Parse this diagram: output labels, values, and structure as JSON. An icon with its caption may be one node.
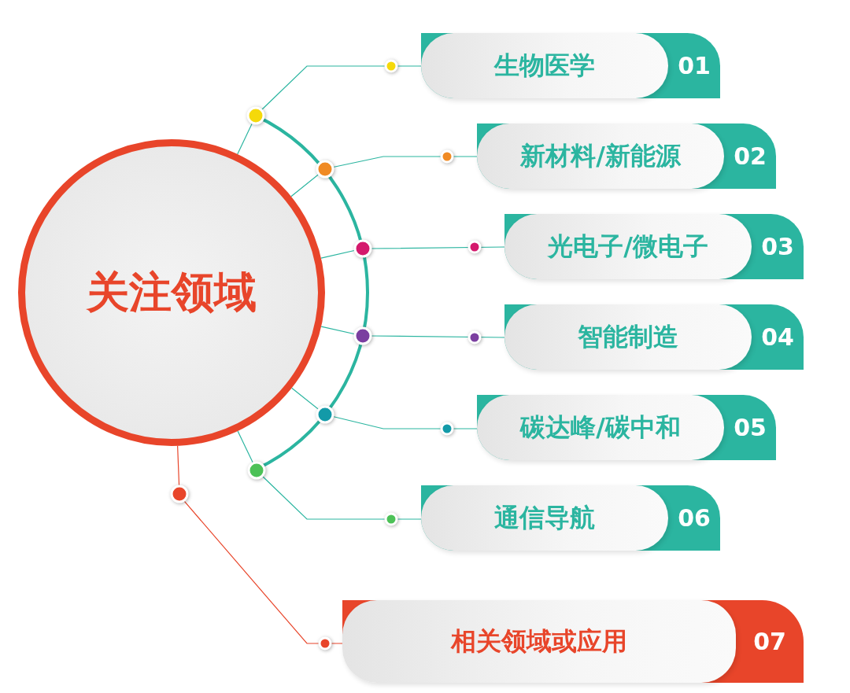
{
  "diagram": {
    "nodes": [
      {
        "text": [
          "关注领域"
        ]
      },
      {
        "text": [
          "生物医学",
          "01"
        ]
      },
      {
        "text": [
          "新材料/新能源",
          "02"
        ]
      },
      {
        "text": [
          "光电子/微电子",
          "03"
        ]
      },
      {
        "text": [
          "智能制造",
          "04"
        ]
      },
      {
        "text": [
          "碳达峰/碳中和",
          "05"
        ]
      },
      {
        "text": [
          "通信导航",
          "06"
        ]
      },
      {
        "text": [
          "相关领域或应用",
          "07"
        ]
      }
    ],
    "edges": [
      {
        "from": 0,
        "to": 1,
        "arrow": "none"
      },
      {
        "from": 0,
        "to": 2,
        "arrow": "none"
      },
      {
        "from": 0,
        "to": 3,
        "arrow": "none"
      },
      {
        "from": 0,
        "to": 4,
        "arrow": "none"
      },
      {
        "from": 0,
        "to": 5,
        "arrow": "none"
      },
      {
        "from": 0,
        "to": 6,
        "arrow": "none"
      },
      {
        "from": 0,
        "to": 7,
        "arrow": "none",
        "color": "#e8452a"
      }
    ]
  }
}
